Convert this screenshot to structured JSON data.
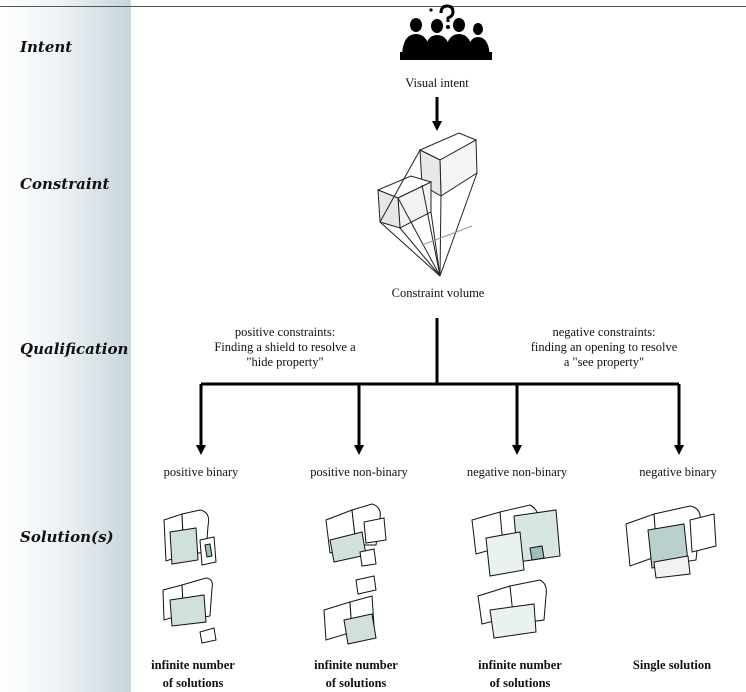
{
  "stages": {
    "intent": "Intent",
    "constraint": "Constraint",
    "qualification": "Qualification",
    "solutions": "Solution(s)"
  },
  "labels": {
    "visual_intent": "Visual intent",
    "constraint_volume": "Constraint volume"
  },
  "qualification": {
    "positive": [
      "positive constraints:",
      "Finding a shield to resolve a",
      "\"hide property\""
    ],
    "negative": [
      "negative constraints:",
      "finding an opening to resolve",
      "a \"see property\""
    ]
  },
  "branches": [
    {
      "title": "positive binary",
      "result": [
        "infinite number",
        "of solutions"
      ]
    },
    {
      "title": "positive non-binary",
      "result": [
        "infinite number",
        "of solutions"
      ]
    },
    {
      "title": "negative non-binary",
      "result": [
        "infinite number",
        "of solutions"
      ]
    },
    {
      "title": "negative binary",
      "result": [
        "Single solution"
      ]
    }
  ],
  "colors": {
    "sidebar_gradient_end": "#c7d5dc",
    "line": "#000000",
    "shade": "#b9d0cc"
  },
  "icons": [
    "audience-silhouette-icon",
    "question-mark-icon",
    "constraint-volume-icon",
    "solution-volume-icon"
  ]
}
